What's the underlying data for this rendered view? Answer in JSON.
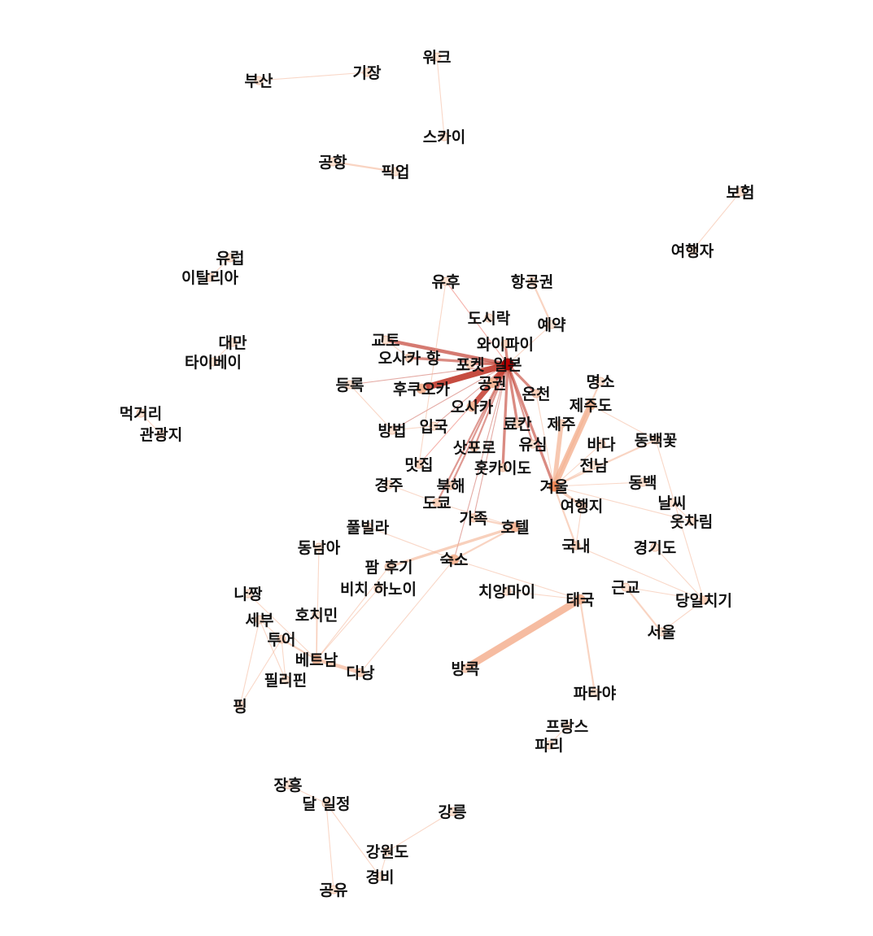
{
  "nodes": [
    {
      "id": "부산",
      "label": "부산",
      "weight": 1
    },
    {
      "id": "기장",
      "label": "기장",
      "weight": 1
    },
    {
      "id": "워크",
      "label": "워크",
      "weight": 1
    },
    {
      "id": "스카이",
      "label": "스카이",
      "weight": 1
    },
    {
      "id": "공항",
      "label": "공항",
      "weight": 1
    },
    {
      "id": "픽업",
      "label": "픽업",
      "weight": 1
    },
    {
      "id": "보험",
      "label": "보험",
      "weight": 1
    },
    {
      "id": "여행자",
      "label": "여행자",
      "weight": 1
    },
    {
      "id": "유럽",
      "label": "유럽",
      "weight": 1
    },
    {
      "id": "이탈리아",
      "label": "이탈리아",
      "weight": 1
    },
    {
      "id": "대만",
      "label": "대만",
      "weight": 1
    },
    {
      "id": "타이베이",
      "label": "타이베이",
      "weight": 1
    },
    {
      "id": "먹거리",
      "label": "먹거리",
      "weight": 1
    },
    {
      "id": "관광지",
      "label": "관광지",
      "weight": 1
    },
    {
      "id": "유후",
      "label": "유후",
      "weight": 1
    },
    {
      "id": "항공권",
      "label": "항공권",
      "weight": 1
    },
    {
      "id": "도시락",
      "label": "도시락",
      "weight": 1
    },
    {
      "id": "예약",
      "label": "예약",
      "weight": 1
    },
    {
      "id": "와이파이",
      "label": "와이파이",
      "weight": 2
    },
    {
      "id": "교토",
      "label": "교토",
      "weight": 1
    },
    {
      "id": "오사카 항",
      "label": "오사카 항",
      "weight": 2
    },
    {
      "id": "포켓",
      "label": "포켓",
      "weight": 2
    },
    {
      "id": "일본",
      "label": "일본",
      "weight": 10
    },
    {
      "id": "등록",
      "label": "등록",
      "weight": 1
    },
    {
      "id": "후쿠오카",
      "label": "후쿠오카",
      "weight": 3
    },
    {
      "id": "공권",
      "label": "공권",
      "weight": 3
    },
    {
      "id": "온천",
      "label": "온천",
      "weight": 2
    },
    {
      "id": "오사카",
      "label": "오사카",
      "weight": 3
    },
    {
      "id": "명소",
      "label": "명소",
      "weight": 1
    },
    {
      "id": "제주도",
      "label": "제주도",
      "weight": 4
    },
    {
      "id": "방법",
      "label": "방법",
      "weight": 1
    },
    {
      "id": "입국",
      "label": "입국",
      "weight": 1
    },
    {
      "id": "료칸",
      "label": "료칸",
      "weight": 2
    },
    {
      "id": "제주",
      "label": "제주",
      "weight": 2
    },
    {
      "id": "유심",
      "label": "유심",
      "weight": 1
    },
    {
      "id": "바다",
      "label": "바다",
      "weight": 1
    },
    {
      "id": "동백꽃",
      "label": "동백꽃",
      "weight": 1
    },
    {
      "id": "삿포로",
      "label": "삿포로",
      "weight": 2
    },
    {
      "id": "맛집",
      "label": "맛집",
      "weight": 2
    },
    {
      "id": "홋카이도",
      "label": "홋카이도",
      "weight": 2
    },
    {
      "id": "전남",
      "label": "전남",
      "weight": 1
    },
    {
      "id": "경주",
      "label": "경주",
      "weight": 1
    },
    {
      "id": "북해",
      "label": "북해",
      "weight": 2
    },
    {
      "id": "겨울",
      "label": "겨울",
      "weight": 6
    },
    {
      "id": "동백",
      "label": "동백",
      "weight": 1
    },
    {
      "id": "날씨",
      "label": "날씨",
      "weight": 1
    },
    {
      "id": "도쿄",
      "label": "도쿄",
      "weight": 2
    },
    {
      "id": "여행지",
      "label": "여행지",
      "weight": 2
    },
    {
      "id": "옷차림",
      "label": "옷차림",
      "weight": 1
    },
    {
      "id": "풀빌라",
      "label": "풀빌라",
      "weight": 1
    },
    {
      "id": "가족",
      "label": "가족",
      "weight": 2
    },
    {
      "id": "호텔",
      "label": "호텔",
      "weight": 3
    },
    {
      "id": "동남아",
      "label": "동남아",
      "weight": 1
    },
    {
      "id": "국내",
      "label": "국내",
      "weight": 2
    },
    {
      "id": "경기도",
      "label": "경기도",
      "weight": 1
    },
    {
      "id": "팜 후기",
      "label": "팜 후기",
      "weight": 2
    },
    {
      "id": "숙소",
      "label": "숙소",
      "weight": 3
    },
    {
      "id": "비치 하노이",
      "label": "비치 하노이",
      "weight": 1
    },
    {
      "id": "치앙마이",
      "label": "치앙마이",
      "weight": 1
    },
    {
      "id": "근교",
      "label": "근교",
      "weight": 1
    },
    {
      "id": "나짱",
      "label": "나짱",
      "weight": 1
    },
    {
      "id": "호치민",
      "label": "호치민",
      "weight": 1
    },
    {
      "id": "태국",
      "label": "태국",
      "weight": 3
    },
    {
      "id": "당일치기",
      "label": "당일치기",
      "weight": 2
    },
    {
      "id": "세부",
      "label": "세부",
      "weight": 1
    },
    {
      "id": "투어",
      "label": "투어",
      "weight": 2
    },
    {
      "id": "서울",
      "label": "서울",
      "weight": 1
    },
    {
      "id": "베트남",
      "label": "베트남",
      "weight": 3
    },
    {
      "id": "다낭",
      "label": "다낭",
      "weight": 2
    },
    {
      "id": "방콕",
      "label": "방콕",
      "weight": 2
    },
    {
      "id": "필리핀",
      "label": "필리핀",
      "weight": 1
    },
    {
      "id": "파타야",
      "label": "파타야",
      "weight": 1
    },
    {
      "id": "핑",
      "label": "핑",
      "weight": 1
    },
    {
      "id": "프랑스",
      "label": "프랑스",
      "weight": 1
    },
    {
      "id": "파리",
      "label": "파리",
      "weight": 1
    },
    {
      "id": "장흥",
      "label": "장흥",
      "weight": 1
    },
    {
      "id": "달 일정",
      "label": "달 일정",
      "weight": 1
    },
    {
      "id": "강릉",
      "label": "강릉",
      "weight": 1
    },
    {
      "id": "강원도",
      "label": "강원도",
      "weight": 1
    },
    {
      "id": "경비",
      "label": "경비",
      "weight": 1
    },
    {
      "id": "공유",
      "label": "공유",
      "weight": 1
    }
  ],
  "edges": [
    {
      "source": "부산",
      "target": "기장",
      "weight": 1
    },
    {
      "source": "워크",
      "target": "스카이",
      "weight": 1
    },
    {
      "source": "공항",
      "target": "픽업",
      "weight": 2
    },
    {
      "source": "보험",
      "target": "여행자",
      "weight": 1
    },
    {
      "source": "유럽",
      "target": "이탈리아",
      "weight": 1
    },
    {
      "source": "대만",
      "target": "타이베이",
      "weight": 1
    },
    {
      "source": "먹거리",
      "target": "관광지",
      "weight": 1
    },
    {
      "source": "일본",
      "target": "교토",
      "weight": 4,
      "color": "#c0392b"
    },
    {
      "source": "일본",
      "target": "오사카 항",
      "weight": 3,
      "color": "#c0392b"
    },
    {
      "source": "일본",
      "target": "포켓",
      "weight": 2,
      "color": "#c0392b"
    },
    {
      "source": "일본",
      "target": "와이파이",
      "weight": 3,
      "color": "#c0392b"
    },
    {
      "source": "일본",
      "target": "등록",
      "weight": 1,
      "color": "#c0392b"
    },
    {
      "source": "일본",
      "target": "후쿠오카",
      "weight": 7,
      "color": "#c0392b"
    },
    {
      "source": "일본",
      "target": "오사카",
      "weight": 6,
      "color": "#c0392b"
    },
    {
      "source": "일본",
      "target": "공권",
      "weight": 3,
      "color": "#c0392b"
    },
    {
      "source": "일본",
      "target": "온천",
      "weight": 3,
      "color": "#c0392b"
    },
    {
      "source": "일본",
      "target": "료칸",
      "weight": 3,
      "color": "#c0392b"
    },
    {
      "source": "일본",
      "target": "유심",
      "weight": 2,
      "color": "#c0392b"
    },
    {
      "source": "일본",
      "target": "삿포로",
      "weight": 2,
      "color": "#c0392b"
    },
    {
      "source": "일본",
      "target": "홋카이도",
      "weight": 3,
      "color": "#c0392b"
    },
    {
      "source": "일본",
      "target": "북해",
      "weight": 2,
      "color": "#c0392b"
    },
    {
      "source": "일본",
      "target": "도쿄",
      "weight": 2,
      "color": "#c0392b"
    },
    {
      "source": "일본",
      "target": "겨울",
      "weight": 3,
      "color": "#c0392b"
    },
    {
      "source": "일본",
      "target": "방법",
      "weight": 1,
      "color": "#c0392b"
    },
    {
      "source": "일본",
      "target": "입국",
      "weight": 1,
      "color": "#c0392b"
    },
    {
      "source": "일본",
      "target": "숙소",
      "weight": 1,
      "color": "#c0392b"
    },
    {
      "source": "일본",
      "target": "가족",
      "weight": 1,
      "color": "#c0392b"
    },
    {
      "source": "일본",
      "target": "유후",
      "weight": 1,
      "color": "#e74c3c"
    },
    {
      "source": "일본",
      "target": "맛집",
      "weight": 1,
      "color": "#e74c3c"
    },
    {
      "source": "항공권",
      "target": "예약",
      "weight": 2
    },
    {
      "source": "예약",
      "target": "일본",
      "weight": 1
    },
    {
      "source": "교토",
      "target": "오사카 항",
      "weight": 1
    },
    {
      "source": "등록",
      "target": "방법",
      "weight": 1
    },
    {
      "source": "방법",
      "target": "입국",
      "weight": 1
    },
    {
      "source": "유후",
      "target": "맛집",
      "weight": 1
    },
    {
      "source": "제주도",
      "target": "겨울",
      "weight": 7
    },
    {
      "source": "제주",
      "target": "겨울",
      "weight": 5
    },
    {
      "source": "명소",
      "target": "겨울",
      "weight": 2
    },
    {
      "source": "제주도",
      "target": "동백꽃",
      "weight": 1
    },
    {
      "source": "바다",
      "target": "겨울",
      "weight": 1
    },
    {
      "source": "전남",
      "target": "겨울",
      "weight": 1
    },
    {
      "source": "동백꽃",
      "target": "겨울",
      "weight": 2
    },
    {
      "source": "동백",
      "target": "겨울",
      "weight": 1
    },
    {
      "source": "겨울",
      "target": "여행지",
      "weight": 3
    },
    {
      "source": "겨울",
      "target": "국내",
      "weight": 2
    },
    {
      "source": "겨울",
      "target": "온천",
      "weight": 1
    },
    {
      "source": "겨울",
      "target": "옷차림",
      "weight": 1
    },
    {
      "source": "날씨",
      "target": "옷차림",
      "weight": 1
    },
    {
      "source": "경주",
      "target": "도쿄",
      "weight": 1
    },
    {
      "source": "도쿄",
      "target": "호텔",
      "weight": 1
    },
    {
      "source": "가족",
      "target": "호텔",
      "weight": 2
    },
    {
      "source": "호텔",
      "target": "숙소",
      "weight": 2
    },
    {
      "source": "호텔",
      "target": "팜 후기",
      "weight": 3
    },
    {
      "source": "풀빌라",
      "target": "숙소",
      "weight": 1
    },
    {
      "source": "숙소",
      "target": "태국",
      "weight": 1
    },
    {
      "source": "숙소",
      "target": "다낭",
      "weight": 1
    },
    {
      "source": "국내",
      "target": "당일치기",
      "weight": 1
    },
    {
      "source": "여행지",
      "target": "국내",
      "weight": 1
    },
    {
      "source": "경기도",
      "target": "당일치기",
      "weight": 1
    },
    {
      "source": "근교",
      "target": "서울",
      "weight": 2
    },
    {
      "source": "근교",
      "target": "당일치기",
      "weight": 1
    },
    {
      "source": "서울",
      "target": "당일치기",
      "weight": 1
    },
    {
      "source": "동백꽃",
      "target": "당일치기",
      "weight": 1
    },
    {
      "source": "태국",
      "target": "방콕",
      "weight": 8
    },
    {
      "source": "태국",
      "target": "파타야",
      "weight": 2
    },
    {
      "source": "치앙마이",
      "target": "태국",
      "weight": 1
    },
    {
      "source": "동남아",
      "target": "베트남",
      "weight": 1
    },
    {
      "source": "호치민",
      "target": "베트남",
      "weight": 1
    },
    {
      "source": "베트남",
      "target": "다낭",
      "weight": 4
    },
    {
      "source": "베트남",
      "target": "투어",
      "weight": 2
    },
    {
      "source": "비치 하노이",
      "target": "베트남",
      "weight": 1
    },
    {
      "source": "팜 후기",
      "target": "베트남",
      "weight": 1
    },
    {
      "source": "세부",
      "target": "투어",
      "weight": 1
    },
    {
      "source": "세부",
      "target": "필리핀",
      "weight": 1
    },
    {
      "source": "나짱",
      "target": "베트남",
      "weight": 1
    },
    {
      "source": "투어",
      "target": "필리핀",
      "weight": 1
    },
    {
      "source": "투어",
      "target": "핑",
      "weight": 1
    },
    {
      "source": "세부",
      "target": "핑",
      "weight": 1
    },
    {
      "source": "프랑스",
      "target": "파리",
      "weight": 1
    },
    {
      "source": "장흥",
      "target": "달 일정",
      "weight": 1
    },
    {
      "source": "달 일정",
      "target": "공유",
      "weight": 1
    },
    {
      "source": "달 일정",
      "target": "경비",
      "weight": 1
    },
    {
      "source": "강릉",
      "target": "강원도",
      "weight": 1
    },
    {
      "source": "강원도",
      "target": "경비",
      "weight": 1
    }
  ]
}
